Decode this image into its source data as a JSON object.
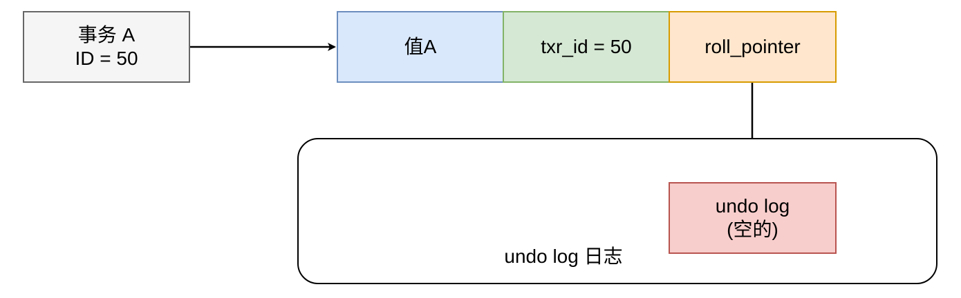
{
  "colors": {
    "transaction_fill": "#f5f5f5",
    "transaction_stroke": "#666666",
    "value_fill": "#dae8fc",
    "value_stroke": "#6c8ebf",
    "txr_fill": "#d5e8d4",
    "txr_stroke": "#82b366",
    "roll_fill": "#ffe6cc",
    "roll_stroke": "#d79b00",
    "undo_fill": "#f8cecc",
    "undo_stroke": "#b85450",
    "arrow": "#000000"
  },
  "transaction": {
    "line1": "事务 A",
    "line2": "ID = 50"
  },
  "record": {
    "value": "值A",
    "txr_id": "txr_id = 50",
    "roll_pointer": "roll_pointer"
  },
  "undo_log": {
    "container_label": "undo log 日志",
    "entry_line1": "undo log",
    "entry_line2": "(空的)"
  }
}
